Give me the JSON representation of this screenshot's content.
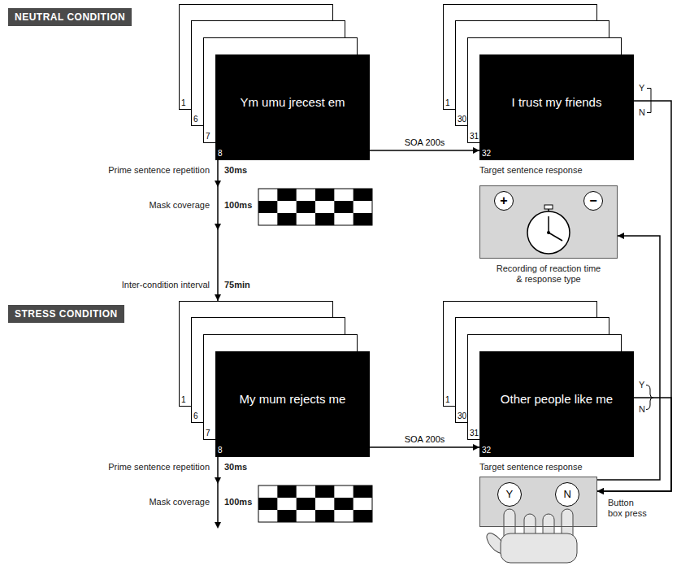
{
  "diagram": {
    "nodes": [
      {
        "text": [
          "NEUTRAL CONDITION"
        ]
      },
      {
        "text": [
          "1"
        ]
      },
      {
        "text": [
          "6"
        ]
      },
      {
        "text": [
          "7"
        ]
      },
      {
        "text": [
          "Ym umu jrecest em",
          "8"
        ]
      },
      {
        "text": [
          "1"
        ]
      },
      {
        "text": [
          "30"
        ]
      },
      {
        "text": [
          "31"
        ]
      },
      {
        "text": [
          "I trust my friends",
          "32"
        ]
      },
      {
        "text": [
          "+",
          "−"
        ]
      },
      {
        "text": [
          "STRESS CONDITION"
        ]
      },
      {
        "text": [
          "1"
        ]
      },
      {
        "text": [
          "6"
        ]
      },
      {
        "text": [
          "7"
        ]
      },
      {
        "text": [
          "My mum rejects me",
          "8"
        ]
      },
      {
        "text": [
          "1"
        ]
      },
      {
        "text": [
          "30"
        ]
      },
      {
        "text": [
          "31"
        ]
      },
      {
        "text": [
          "Other people like me",
          "32"
        ]
      },
      {
        "text": [
          "Y",
          "N"
        ]
      }
    ],
    "edges": [
      {
        "from": 4,
        "to": 8,
        "label": "SOA 200s",
        "arrow": "to"
      },
      {
        "from": 14,
        "to": 18,
        "label": "SOA 200s",
        "arrow": "to"
      },
      {
        "from": 4,
        "to": 11,
        "arrow": "to"
      },
      {
        "from": 8,
        "to": 19,
        "arrow": "to"
      },
      {
        "from": 18,
        "to": 19,
        "arrow": "to"
      },
      {
        "from": 19,
        "to": 9,
        "arrow": "to"
      }
    ],
    "labels": [
      "Prime sentence repetition",
      "30ms",
      "Mask coverage",
      "100ms",
      "Inter-condition interval",
      "75min",
      "Target sentence response",
      "Y",
      "N",
      "Recording of reaction time & response type",
      "Prime sentence repetition",
      "30ms",
      "Mask coverage",
      "100ms",
      "Target sentence response",
      "Y",
      "N",
      "Button box press"
    ]
  }
}
